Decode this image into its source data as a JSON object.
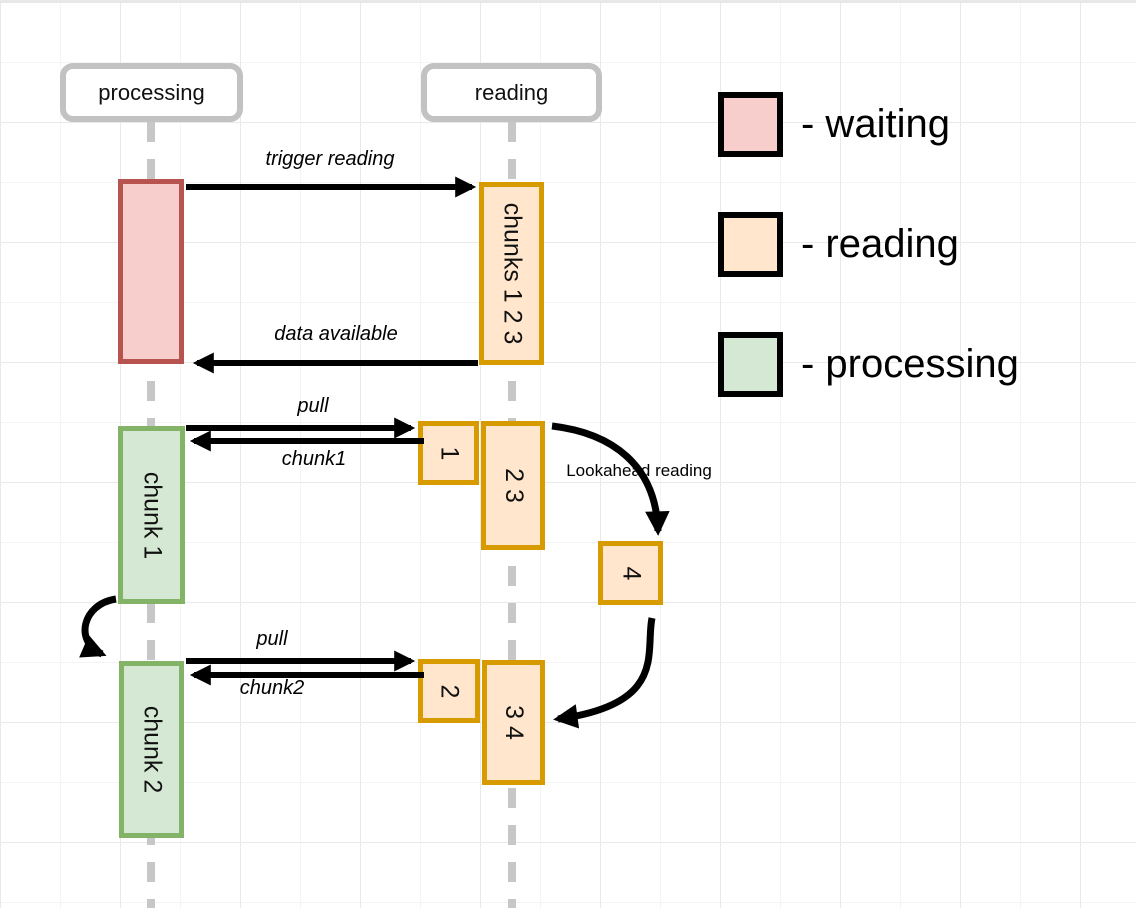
{
  "lanes": {
    "processing": "processing",
    "reading": "reading"
  },
  "boxes": {
    "chunks123": "chunks 1 2 3",
    "chunk1": "chunk 1",
    "chunk2": "chunk 2",
    "buf1": "1",
    "buf23": "2 3",
    "buf4": "4",
    "buf2": "2",
    "buf34": "3 4"
  },
  "messages": {
    "trigger": "trigger reading",
    "data_available": "data available",
    "pull_top": "pull",
    "chunk1_return": "chunk1",
    "pull_bottom": "pull",
    "chunk2_return": "chunk2",
    "lookahead": "Lookahead reading"
  },
  "legend": {
    "waiting": "- waiting",
    "reading": "- reading",
    "processing": "- processing"
  },
  "colors": {
    "waiting_fill": "#F8CECC",
    "waiting_stroke": "#B85450",
    "reading_fill": "#FFE6CC",
    "reading_stroke": "#D79B00",
    "processing_fill": "#D5E8D4",
    "processing_stroke": "#82B366",
    "lifeline": "#c7c7c7",
    "header_border": "#c2c2c2",
    "arrow": "#000000",
    "grid_minor": "#f4f4f4",
    "grid_major": "#e9e9e9"
  }
}
